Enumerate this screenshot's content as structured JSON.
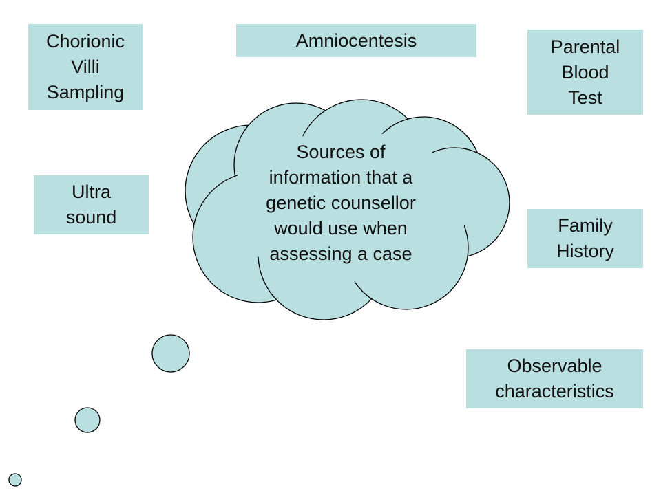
{
  "colors": {
    "box_fill": "#b9dfe0",
    "cloud_fill": "#b9dfe0",
    "outline": "#000000",
    "text": "#111111"
  },
  "boxes": {
    "chorionic": "Chorionic\nVilli\nSampling",
    "amniocentesis": "Amniocentesis",
    "parental": "Parental\nBlood\nTest",
    "ultrasound": "Ultra\nsound",
    "family": "Family\nHistory",
    "observable": "Observable\ncharacteristics"
  },
  "cloud": {
    "text": "Sources of\ninformation that a\ngenetic counsellor\nwould use when\nassessing a case"
  }
}
